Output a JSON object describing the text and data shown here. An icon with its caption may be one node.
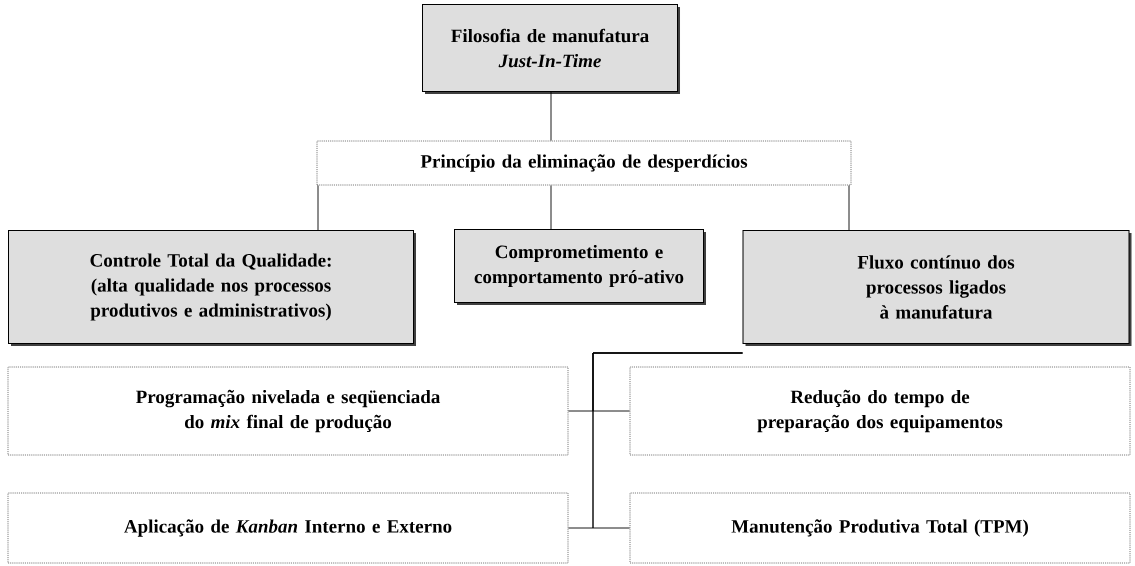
{
  "diagram": {
    "nodes": [
      {
        "text": [
          "Filosofia de manufatura",
          "Just-In-Time"
        ]
      },
      {
        "text": [
          "Princípio da eliminação de desperdícios"
        ]
      },
      {
        "text": [
          "Controle Total da Qualidade:",
          "(alta qualidade nos processos produtivos e administrativos)"
        ]
      },
      {
        "text": [
          "Comprometimento e comportamento pró-ativo"
        ]
      },
      {
        "text": [
          "Fluxo contínuo dos processos ligados à manufatura"
        ]
      },
      {
        "text": [
          "Programação nivelada e seqüenciada do *mix* final de produção"
        ]
      },
      {
        "text": [
          "Redução do tempo de preparação dos equipamentos"
        ]
      },
      {
        "text": [
          "Aplicação de *Kanban* Interno e Externo"
        ]
      },
      {
        "text": [
          "Manutenção Produtiva Total (TPM)"
        ]
      }
    ],
    "edges": [
      {
        "from": 0,
        "to": 1,
        "arrow": "none"
      },
      {
        "from": 1,
        "to": 2,
        "arrow": "none"
      },
      {
        "from": 1,
        "to": 3,
        "arrow": "none"
      },
      {
        "from": 1,
        "to": 4,
        "arrow": "none"
      },
      {
        "from": 4,
        "to": 5,
        "arrow": "none"
      },
      {
        "from": 4,
        "to": 6,
        "arrow": "none"
      },
      {
        "from": 4,
        "to": 7,
        "arrow": "none"
      },
      {
        "from": 4,
        "to": 8,
        "arrow": "none"
      }
    ]
  }
}
